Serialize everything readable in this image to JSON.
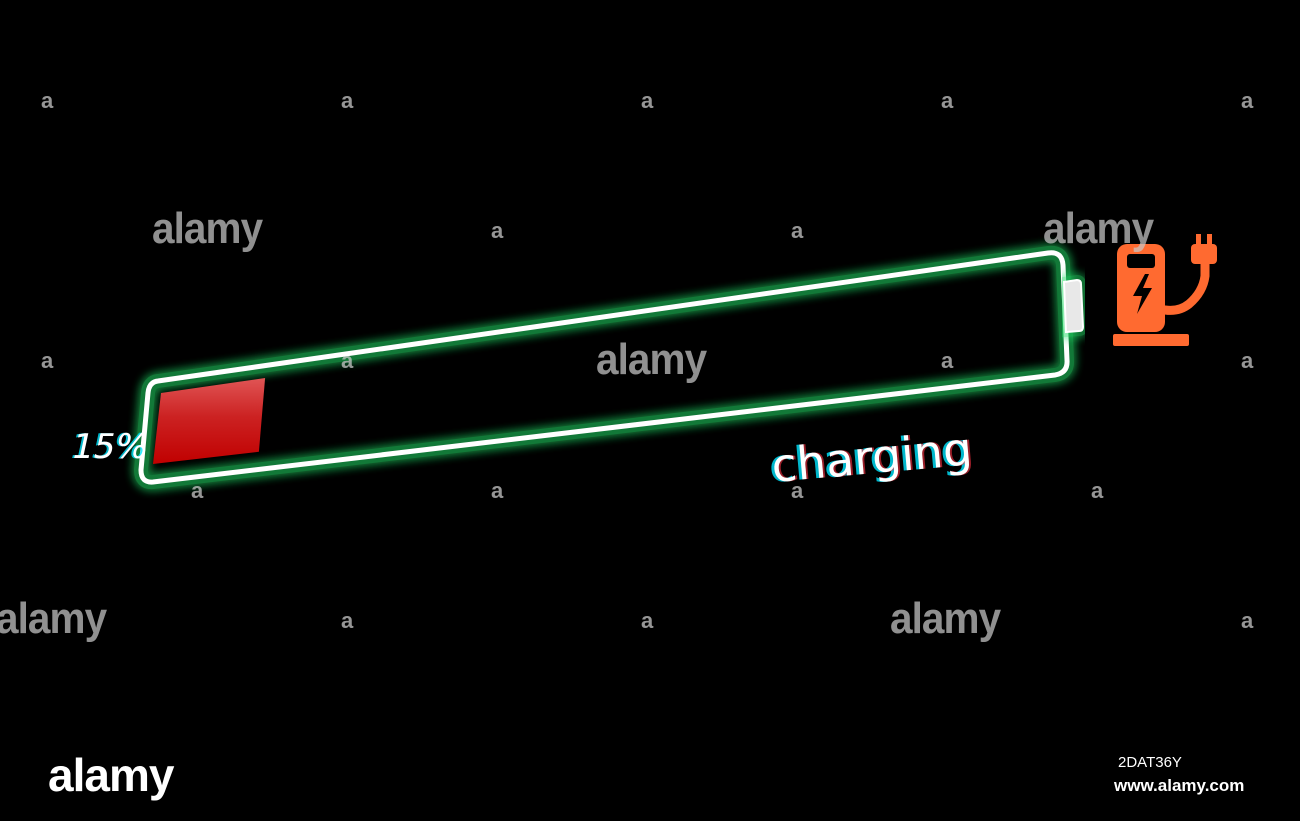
{
  "battery": {
    "percent_label": "15%",
    "charge_fraction": 0.15,
    "status_label": "charging",
    "icon": "ev-charger-icon",
    "colors": {
      "outline": "#ffffff",
      "glow": "#22dd66",
      "fill": "#cc0000",
      "icon": "#ff6a30"
    }
  },
  "watermark": {
    "small_mark": "a",
    "large_mark": "alamy",
    "logo": "alamy",
    "stock_id": "2DAT36Y",
    "url": "www.alamy.com"
  }
}
